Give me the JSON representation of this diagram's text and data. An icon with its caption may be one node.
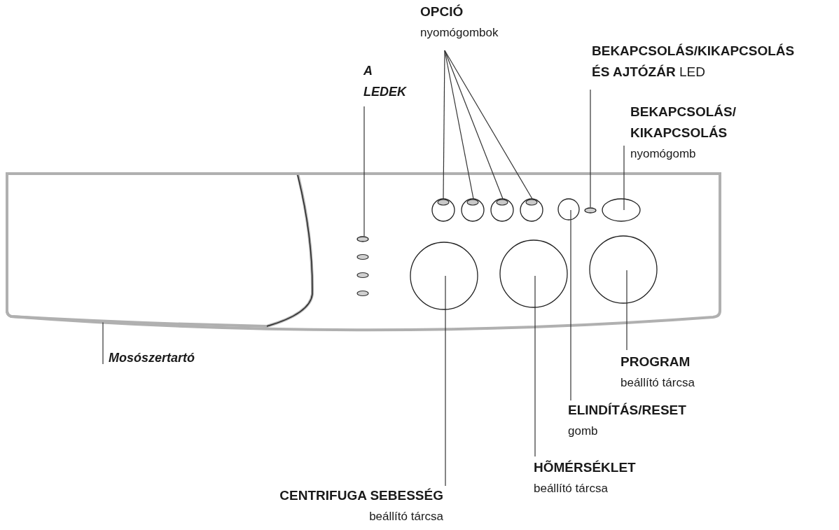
{
  "diagram": {
    "nodes": [
      {
        "text": [
          "OPCIÓ",
          "nyomógombok"
        ]
      },
      {
        "text": [
          "A LEDEK"
        ]
      },
      {
        "text": [
          "**BEKAPCSOLÁS/KIKAPCSOLÁS ÉS AJTÓZÁR** LED"
        ]
      },
      {
        "text": [
          "BEKAPCSOLÁS/ KIKAPCSOLÁS",
          "nyomógomb"
        ]
      },
      {
        "text": [],
        "shape": "box"
      },
      {
        "text": [],
        "shape": "circle"
      },
      {
        "text": [],
        "shape": "circle"
      },
      {
        "text": [],
        "shape": "circle"
      },
      {
        "text": [],
        "shape": "circle"
      },
      {
        "text": [],
        "shape": "circle"
      },
      {
        "text": [],
        "shape": "circle"
      },
      {
        "text": [],
        "shape": "circle"
      },
      {
        "text": [],
        "shape": "circle"
      },
      {
        "text": [],
        "shape": "circle"
      },
      {
        "text": [],
        "shape": "circle"
      },
      {
        "text": [],
        "shape": "circle"
      },
      {
        "text": [
          "Mosószertartó"
        ]
      },
      {
        "text": [
          "PROGRAM",
          "beállító tárcsa"
        ]
      },
      {
        "text": [
          "ELINDÍTÁS/RESET",
          "gomb"
        ]
      },
      {
        "text": [
          "HÕMÉRSÉKLET",
          "beállító tárcsa"
        ]
      },
      {
        "text": [
          "CENTRIFUGA SEBESSÉG",
          "beállító tárcsa"
        ]
      }
    ],
    "edges": [
      {
        "from": 0,
        "to": 6,
        "arrow": "none"
      },
      {
        "from": 0,
        "to": 7,
        "arrow": "none"
      },
      {
        "from": 0,
        "to": 8,
        "arrow": "none"
      },
      {
        "from": 0,
        "to": 9,
        "arrow": "none"
      },
      {
        "from": 1,
        "to": 5,
        "arrow": "none"
      },
      {
        "from": 2,
        "to": 11,
        "arrow": "none"
      },
      {
        "from": 3,
        "to": 12,
        "arrow": "none"
      },
      {
        "from": 16,
        "to": 4,
        "arrow": "none"
      },
      {
        "from": 17,
        "to": 15,
        "arrow": "none"
      },
      {
        "from": 18,
        "to": 10,
        "arrow": "none"
      },
      {
        "from": 19,
        "to": 14,
        "arrow": "none"
      },
      {
        "from": 20,
        "to": 13,
        "arrow": "none"
      }
    ]
  }
}
